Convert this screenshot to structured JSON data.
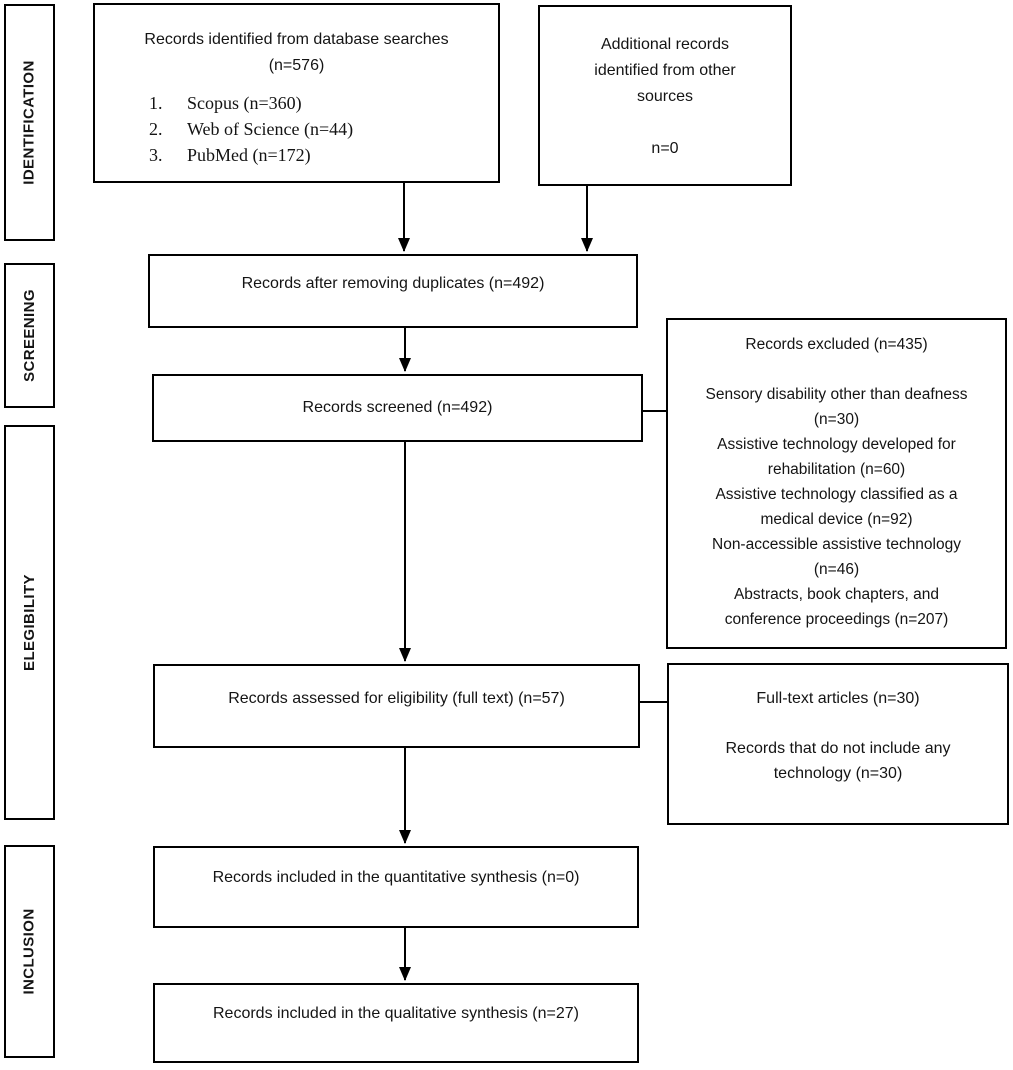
{
  "sidebar": {
    "stages": [
      {
        "label": "IDENTIFICATION"
      },
      {
        "label": "SCREENING"
      },
      {
        "label": "ELEGIBILITY"
      },
      {
        "label": "INCLUSION"
      }
    ]
  },
  "flow": {
    "identified": {
      "title": "Records identified from database searches",
      "count": "(n=576)",
      "sources": [
        {
          "num": "1.",
          "label": "Scopus (n=360)"
        },
        {
          "num": "2.",
          "label": "Web of Science (n=44)"
        },
        {
          "num": "3.",
          "label": "PubMed (n=172)"
        }
      ]
    },
    "additional": {
      "text": "Additional records\nidentified from other\nsources\n\nn=0"
    },
    "duplicates": {
      "text": "Records after removing duplicates (n=492)"
    },
    "screened": {
      "text": "Records screened (n=492)"
    },
    "excluded": {
      "title": "Records excluded (n=435)",
      "reasons": [
        "Sensory disability other than deafness\n(n=30)",
        "Assistive technology developed for\nrehabilitation (n=60)",
        "Assistive technology classified as a\nmedical device (n=92)",
        "Non-accessible assistive technology\n(n=46)",
        "Abstracts, book chapters, and\nconference proceedings (n=207)"
      ]
    },
    "assessed": {
      "text": "Records assessed for eligibility (full text) (n=57)"
    },
    "fulltext": {
      "text": "Full-text articles (n=30)\n\nRecords that do not include any\ntechnology (n=30)"
    },
    "quantitative": {
      "text": "Records included in the quantitative synthesis (n=0)"
    },
    "qualitative": {
      "text": "Records included in the qualitative synthesis (n=27)"
    }
  },
  "colors": {
    "border": "#000000",
    "text": "#141414",
    "background": "#ffffff"
  }
}
